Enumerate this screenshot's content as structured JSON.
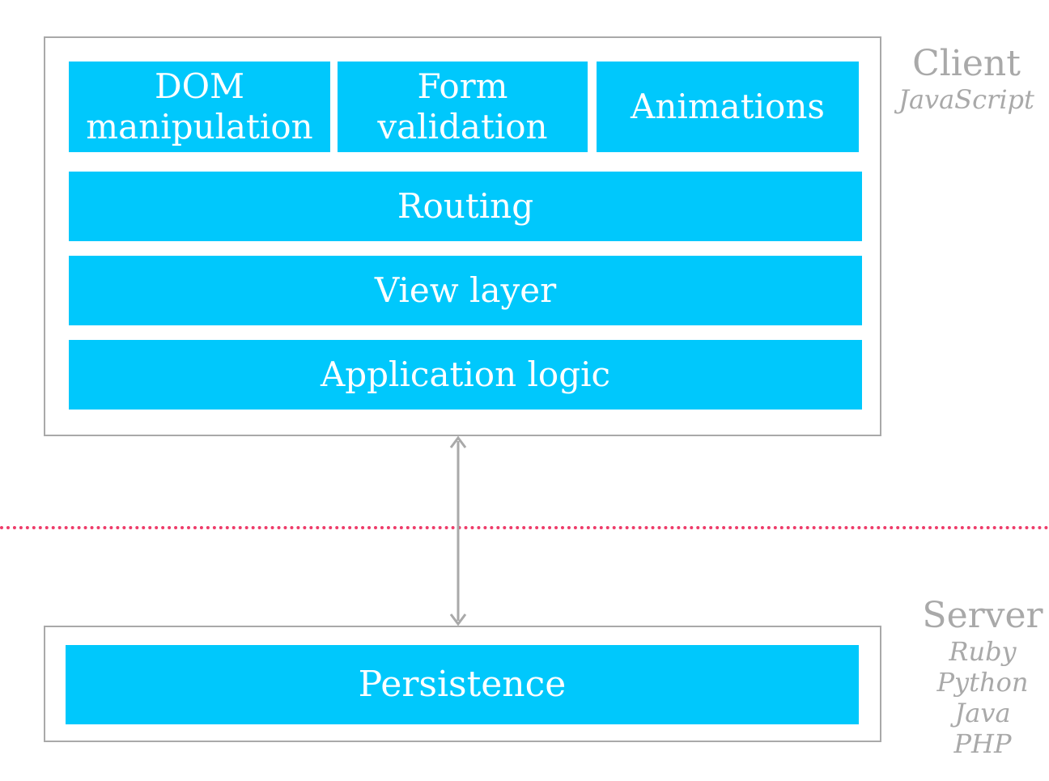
{
  "client": {
    "title": "Client",
    "language": "JavaScript",
    "blocks": {
      "dom": [
        "DOM",
        "manipulation"
      ],
      "form": [
        "Form",
        "validation"
      ],
      "animations": "Animations",
      "routing": "Routing",
      "view": "View layer",
      "logic": "Application logic"
    }
  },
  "server": {
    "title": "Server",
    "languages": [
      "Ruby",
      "Python",
      "Java",
      "PHP"
    ],
    "blocks": {
      "persistence": "Persistence"
    }
  },
  "colors": {
    "block": "#00c8fc",
    "frame": "#a9a9a9",
    "divider": "#ee3c6a",
    "label": "#a9a9a9"
  },
  "icons": {
    "connector": "double-headed-arrow"
  }
}
